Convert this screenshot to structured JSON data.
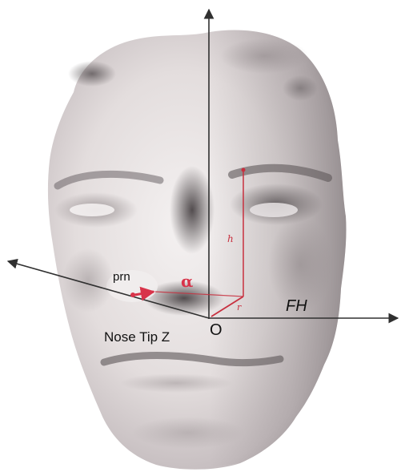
{
  "labels": {
    "prn": "prn",
    "nose_tip": "Nose Tip Z",
    "origin": "O",
    "fh": "FH",
    "alpha": "α",
    "h": "h",
    "r": "r"
  },
  "colors": {
    "axis": "#303030",
    "annotation_red": "#c8303f",
    "alpha_red": "#d8344a",
    "face_light": "#f2eeee",
    "face_mid": "#c9c1c3",
    "face_dark": "#5c5658"
  }
}
